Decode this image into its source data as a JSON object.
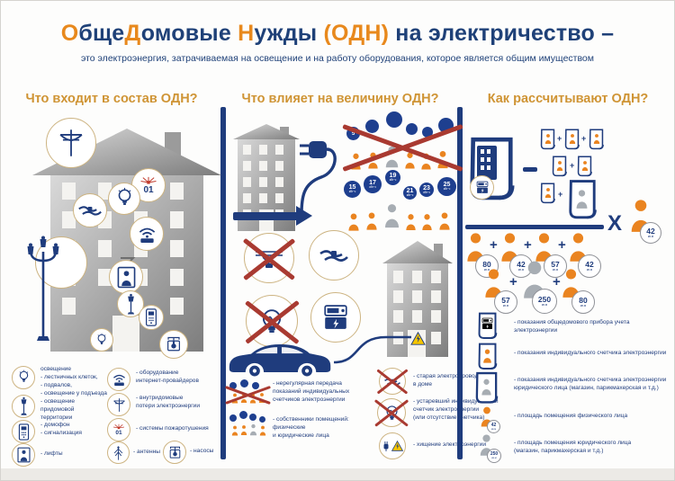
{
  "colors": {
    "title_blue": "#1f4178",
    "accent_orange": "#e8891d",
    "section_gold": "#cf9434",
    "navy": "#1f3c7d",
    "person_orange": "#ea8420",
    "person_gray": "#a7adb3",
    "cross_red": "#a93a31",
    "warning_yellow": "#f7c600"
  },
  "header": {
    "t1": "О",
    "t2": "бще",
    "t3": "Д",
    "t4": "омовые ",
    "t5": "Н",
    "t6": "ужды ",
    "t7": "(ОДН)",
    "t8": " на электричество –",
    "subtitle": "это электроэнергия, затрачиваемая на освещение и на работу оборудования, которое является общим имуществом"
  },
  "left": {
    "title": "Что входит в состав ОДН?",
    "fire_label": "01",
    "legend": [
      {
        "icon": "lightbulb-icon",
        "text": "освещение\n- лестничных клеток,\n- подвалов,\n- освещение у подъезда"
      },
      {
        "icon": "street-lamp-icon",
        "text": "- освещение придомовой\nтерритории"
      },
      {
        "icon": "intercom-icon",
        "text": "- домофон\n- сигнализация"
      },
      {
        "icon": "elevator-icon",
        "text": "- лифты"
      },
      {
        "icon": "internet-equipment-icon",
        "text": "- оборудование\nинтернет-провайдеров"
      },
      {
        "icon": "power-lines-icon",
        "text": "- внутридомовые\nпотери электроэнергии"
      },
      {
        "icon": "fire-alarm-icon",
        "text": "- системы пожаротушения"
      },
      {
        "icon": "antenna-icon",
        "text": "- антенны"
      },
      {
        "icon": "pump-icon",
        "text": "- насосы"
      }
    ]
  },
  "middle": {
    "title": "Что влияет на величину ОДН?",
    "unit_kwh": "кВт·ч",
    "crossed_bubbles": [
      "5",
      "",
      "",
      "",
      "",
      ""
    ],
    "bubbles": [
      "15",
      "17",
      "19",
      "21",
      "23",
      "25"
    ],
    "legend": [
      {
        "icon": "crossed-residents-icon",
        "text": "- нерегулярная передача\nпоказаний индивидуальных\nсчетчиков электроэнергии"
      },
      {
        "icon": "residents-icon",
        "text": "- собственники помещений:\nфизические\nи юридические лица"
      },
      {
        "icon": "old-wiring-icon",
        "text": "- старая электропроводка\nв доме"
      },
      {
        "icon": "old-meter-icon",
        "text": "- устаревший индивидуальный\nсчетчик электроэнергии\n(или отсутствие счетчика)"
      },
      {
        "icon": "power-theft-icon",
        "text": "- хищение электроэнергии"
      }
    ]
  },
  "right": {
    "title": "Как рассчитывают ОДН?",
    "unit_sqm": "кв.м",
    "ops": {
      "plus": "+",
      "times": "X"
    },
    "multiplier": "42",
    "row1": [
      "80",
      "42",
      "57",
      "42"
    ],
    "row2": [
      "57",
      "250",
      "80"
    ],
    "legend": [
      {
        "icon": "common-meter-receipt-icon",
        "text": "- показания общедомового прибора учета электроэнергии"
      },
      {
        "icon": "individual-meter-receipt-icon",
        "text": "- показания индивидуального счетчика электроэнергии"
      },
      {
        "icon": "legal-entity-receipt-icon",
        "badge": "",
        "text": "- показания индивидуального счетчика электроэнергии\nюридического лица (магазин, парикмахерская и т.д.)"
      },
      {
        "icon": "resident-area-icon",
        "badge": "42",
        "text": "- площадь помещения физического лица"
      },
      {
        "icon": "legal-entity-area-icon",
        "badge": "250",
        "text": "- площадь помещения юридического лица\n(магазин, парикмахерская и т.д.)"
      }
    ]
  }
}
